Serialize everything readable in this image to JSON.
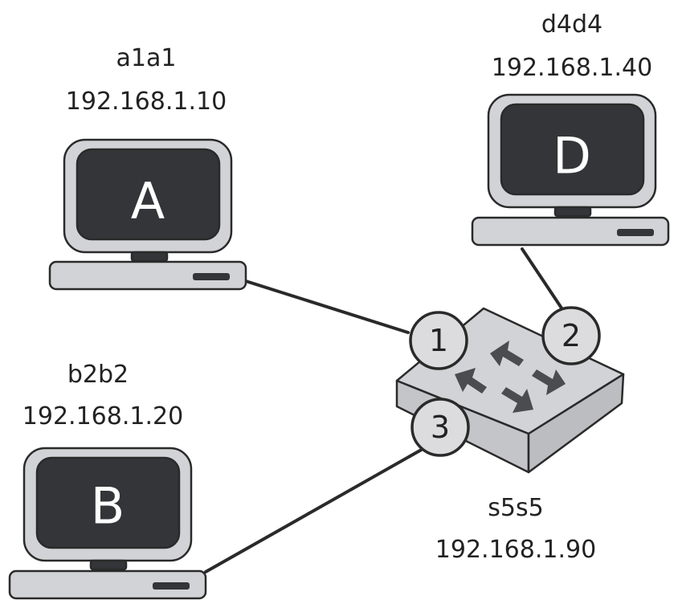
{
  "colors": {
    "outline": "#2a2a2a",
    "device_fill": "#d2d3d6",
    "screen_fill": "#333538",
    "screen_text": "#ffffff",
    "arrow_fill": "#4a4c50",
    "port_fill": "#dcdcdf",
    "background": "#ffffff"
  },
  "hosts": {
    "a": {
      "letter": "A",
      "name": "a1a1",
      "ip": "192.168.1.10"
    },
    "b": {
      "letter": "B",
      "name": "b2b2",
      "ip": "192.168.1.20"
    },
    "d": {
      "letter": "D",
      "name": "d4d4",
      "ip": "192.168.1.40"
    }
  },
  "switch": {
    "name": "s5s5",
    "ip": "192.168.1.90",
    "ports": [
      {
        "number": "1"
      },
      {
        "number": "2"
      },
      {
        "number": "3"
      }
    ]
  }
}
